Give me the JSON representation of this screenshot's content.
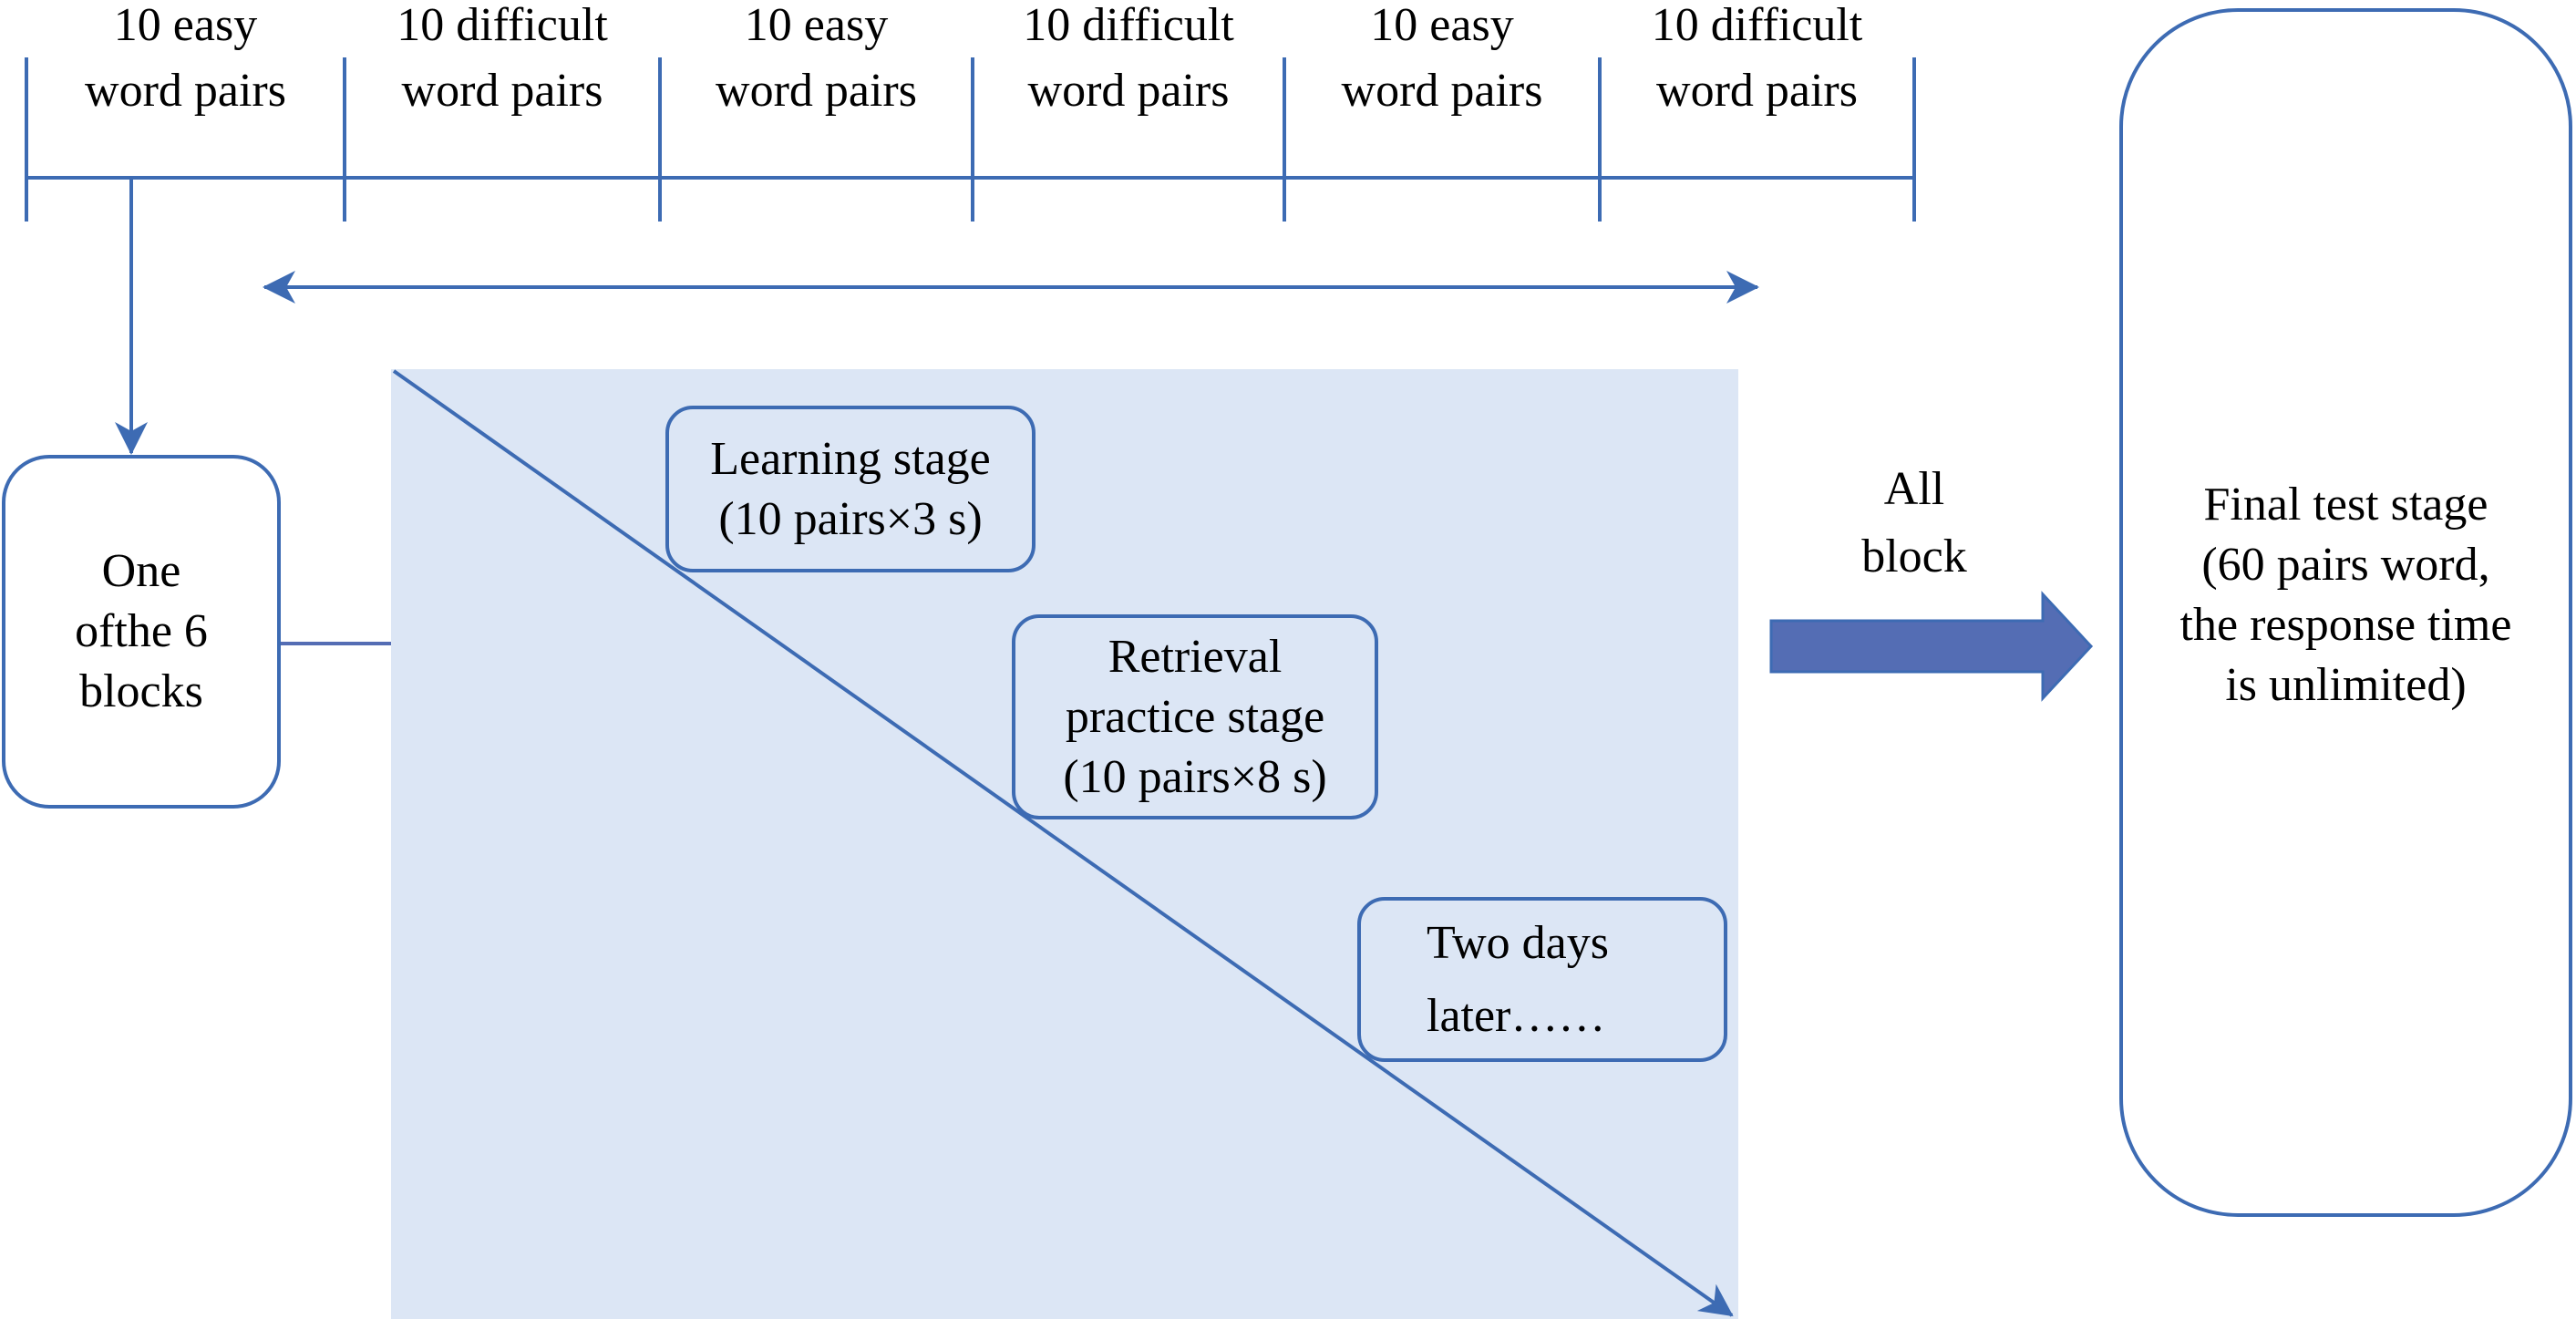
{
  "colors": {
    "line": "#3d6bb3",
    "panel_fill": "#dce6f5",
    "fat_arrow_fill": "#546db4",
    "text": "#000000"
  },
  "timeline": {
    "segments": [
      {
        "line1": "10 easy",
        "line2": "word pairs"
      },
      {
        "line1": "10 difficult",
        "line2": "word pairs"
      },
      {
        "line1": "10 easy",
        "line2": "word pairs"
      },
      {
        "line1": "10 difficult",
        "line2": "word pairs"
      },
      {
        "line1": "10 easy",
        "line2": "word pairs"
      },
      {
        "line1": "10 difficult",
        "line2": "word pairs"
      }
    ]
  },
  "block_box": {
    "lines": [
      "One",
      "ofthe 6",
      "blocks"
    ]
  },
  "stages": [
    {
      "name": "learning",
      "lines": [
        "Learning stage",
        "(10 pairs×3 s)"
      ]
    },
    {
      "name": "retrieval",
      "lines": [
        "Retrieval",
        "practice stage",
        "(10 pairs×8 s)"
      ]
    },
    {
      "name": "delay",
      "lines": [
        "Two days",
        "later……"
      ]
    }
  ],
  "all_block_label": {
    "lines": [
      "All",
      "block"
    ]
  },
  "final_box": {
    "lines": [
      "Final test stage",
      "(60 pairs word,",
      "the response time",
      "is unlimited)"
    ]
  }
}
